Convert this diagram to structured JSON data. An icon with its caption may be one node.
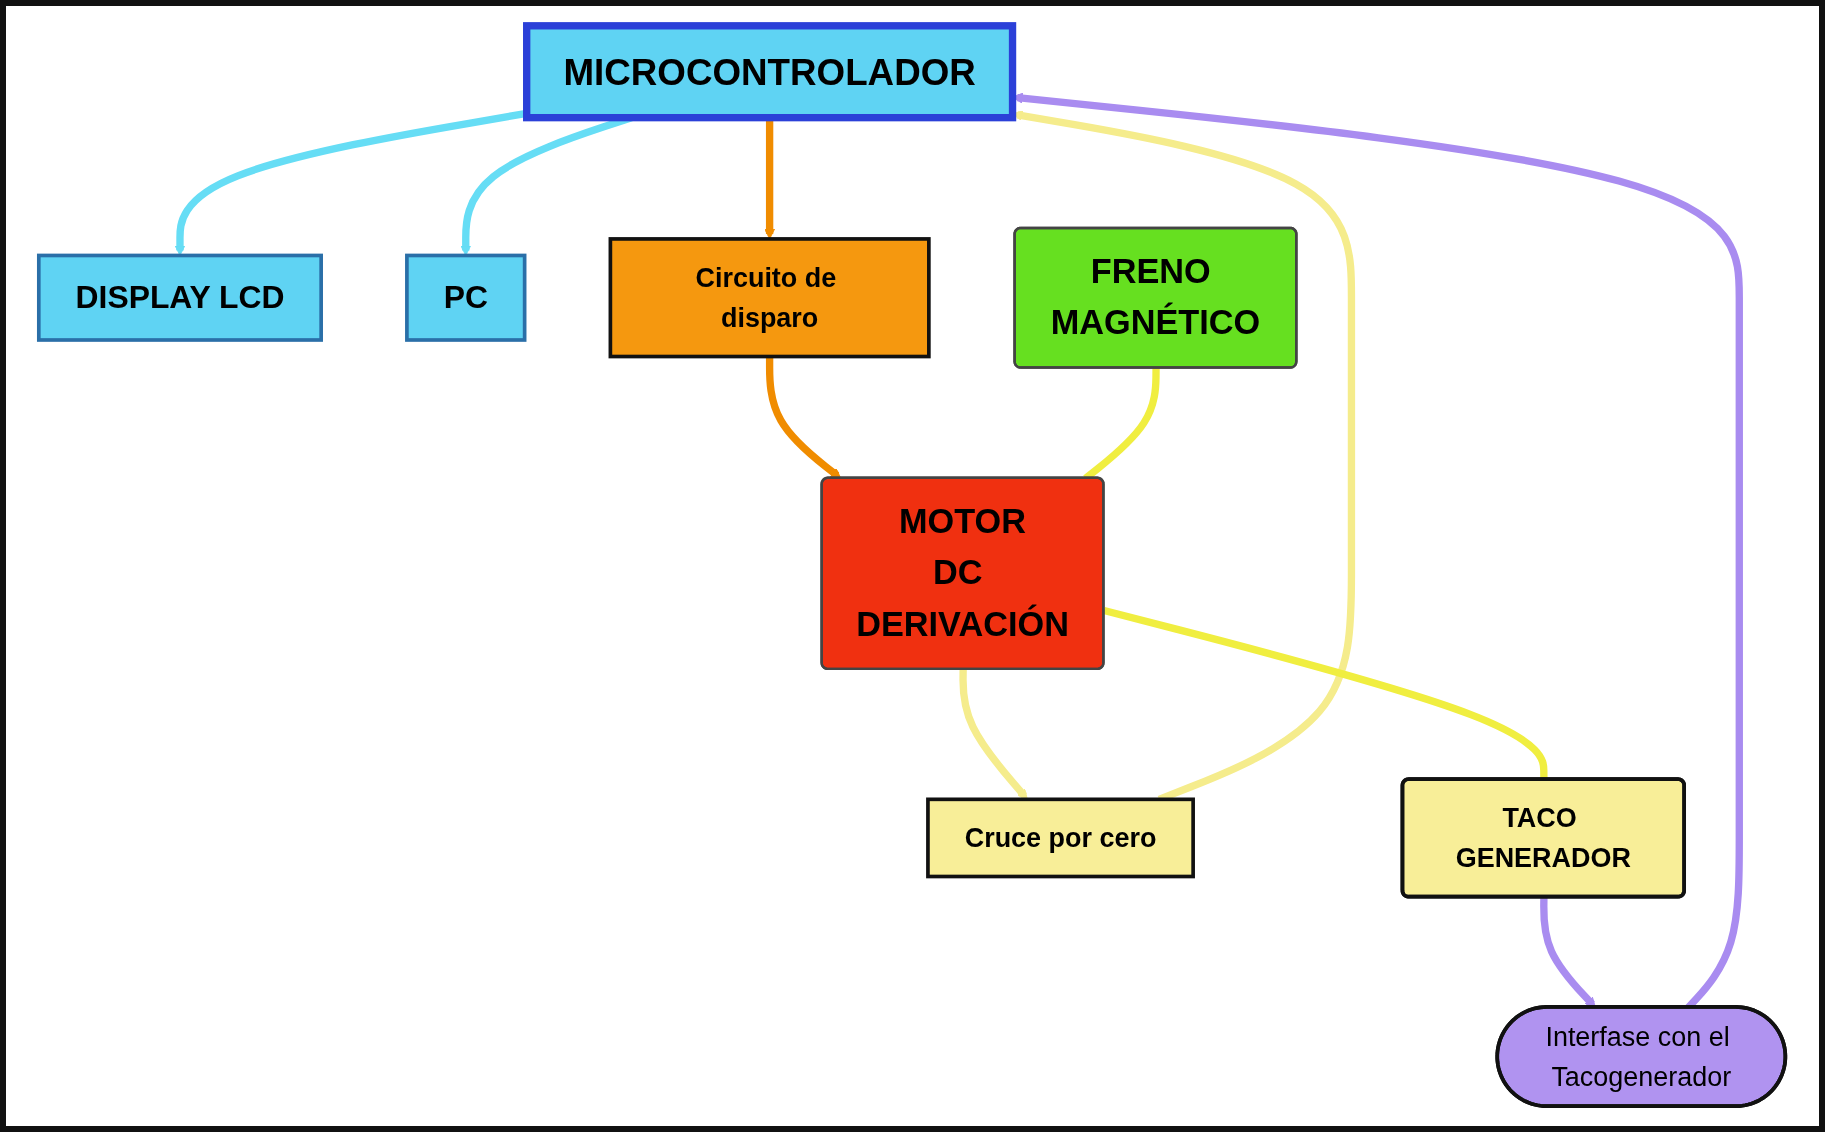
{
  "diagram": {
    "nodes": [
      {
        "text": [
          "DISPLAY LCD"
        ]
      },
      {
        "text": [
          "MICROCONTROLADOR"
        ]
      },
      {
        "text": [
          "PC"
        ]
      },
      {
        "text": [
          "Cruce por cero"
        ]
      },
      {
        "text": [
          "Circuito de disparo"
        ]
      },
      {
        "text": [
          "Interfase con el Tacogenerador"
        ]
      },
      {
        "text": [
          "FRENO MAGNÉTICO"
        ]
      },
      {
        "text": [
          "MOTOR",
          "DC DERIVACIÓN"
        ]
      },
      {
        "text": [
          "TACO GENERADOR"
        ]
      }
    ],
    "edges": [
      {
        "from": 1,
        "to": 0,
        "arrow": "to",
        "color": "#66ddf5"
      },
      {
        "from": 1,
        "to": 2,
        "arrow": "to",
        "color": "#66ddf5"
      },
      {
        "from": 3,
        "to": 1,
        "arrow": "to",
        "color": "#f5ec8c"
      },
      {
        "from": 1,
        "to": 4,
        "arrow": "to",
        "color": "#f08c00"
      },
      {
        "from": 5,
        "to": 1,
        "arrow": "to",
        "color": "#a98cf0"
      },
      {
        "from": 7,
        "to": 3,
        "arrow": "to",
        "color": "#f5ec8c"
      },
      {
        "from": 4,
        "to": 7,
        "arrow": "to",
        "color": "#f08c00"
      },
      {
        "from": 8,
        "to": 5,
        "arrow": "to",
        "color": "#a98cf0"
      },
      {
        "from": 6,
        "to": 7,
        "arrow": "none",
        "color": "#f0ee40"
      },
      {
        "from": 7,
        "to": 8,
        "arrow": "none",
        "color": "#f0ee40"
      }
    ]
  }
}
